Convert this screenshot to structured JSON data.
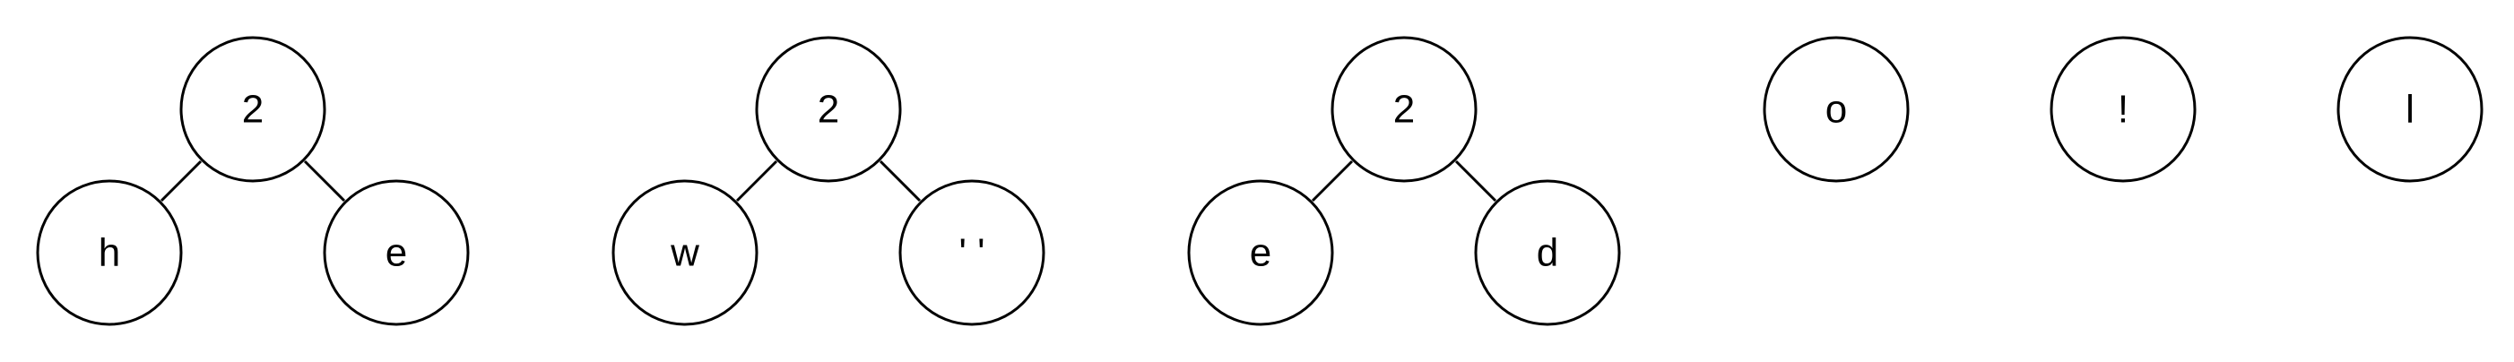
{
  "diagram": {
    "type": "huffman-forest",
    "trees": [
      {
        "root": "2",
        "left": "h",
        "right": "e"
      },
      {
        "root": "2",
        "left": "w",
        "right": "' '"
      },
      {
        "root": "2",
        "left": "e",
        "right": "d"
      },
      {
        "root": "o"
      },
      {
        "root": "!"
      },
      {
        "root": "l"
      }
    ],
    "colors": {
      "stroke": "#000000",
      "fill": "#ffffff",
      "text": "#000000"
    }
  }
}
